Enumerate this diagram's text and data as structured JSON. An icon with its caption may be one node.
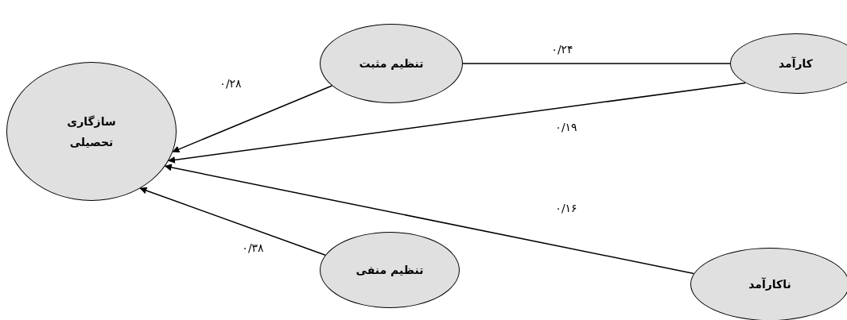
{
  "diagram": {
    "nodes": [
      {
        "text": [
          "سازگاری تحصیلی"
        ]
      },
      {
        "text": [
          "تنظیم مثبت"
        ]
      },
      {
        "text": [
          "کارآمد"
        ]
      },
      {
        "text": [
          "تنظیم منفی"
        ]
      },
      {
        "text": [
          "ناکارآمد"
        ]
      }
    ],
    "edges": [
      {
        "from": 1,
        "to": 0,
        "arrow": "to",
        "label": "۰/۲۸"
      },
      {
        "from": 2,
        "to": 1,
        "arrow": "none",
        "label": "۰/۲۴"
      },
      {
        "from": 2,
        "to": 0,
        "arrow": "to",
        "label": "۰/۱۹"
      },
      {
        "from": 4,
        "to": 0,
        "arrow": "to",
        "label": "۰/۱۶"
      },
      {
        "from": 3,
        "to": 0,
        "arrow": "to",
        "label": "۰/۳۸"
      }
    ]
  }
}
